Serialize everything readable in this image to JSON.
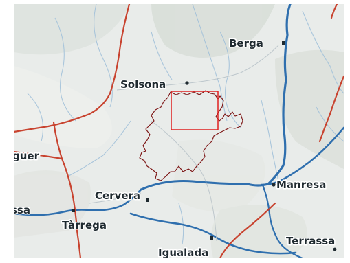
{
  "map": {
    "towns": {
      "berga": "Berga",
      "solsona": "Solsona",
      "manresa": "Manresa",
      "cervera": "Cervera",
      "tarrega": "Tàrrega",
      "igualada": "Igualada",
      "terrassa": "Terrassa"
    },
    "edge_labels": {
      "left_upper": "guer",
      "left_lower": "ssa"
    },
    "colors": {
      "land": "#e9ecea",
      "land_light": "#f3f4f1",
      "relief": "#d7ddd7",
      "river_major": "#2f6fae",
      "river_minor": "#9fbfd9",
      "road": "#c8432f",
      "boundary": "#7a1010",
      "highlight_box": "#e02020",
      "label_text": "#1f2a30",
      "dot": "#1f2a30"
    }
  }
}
